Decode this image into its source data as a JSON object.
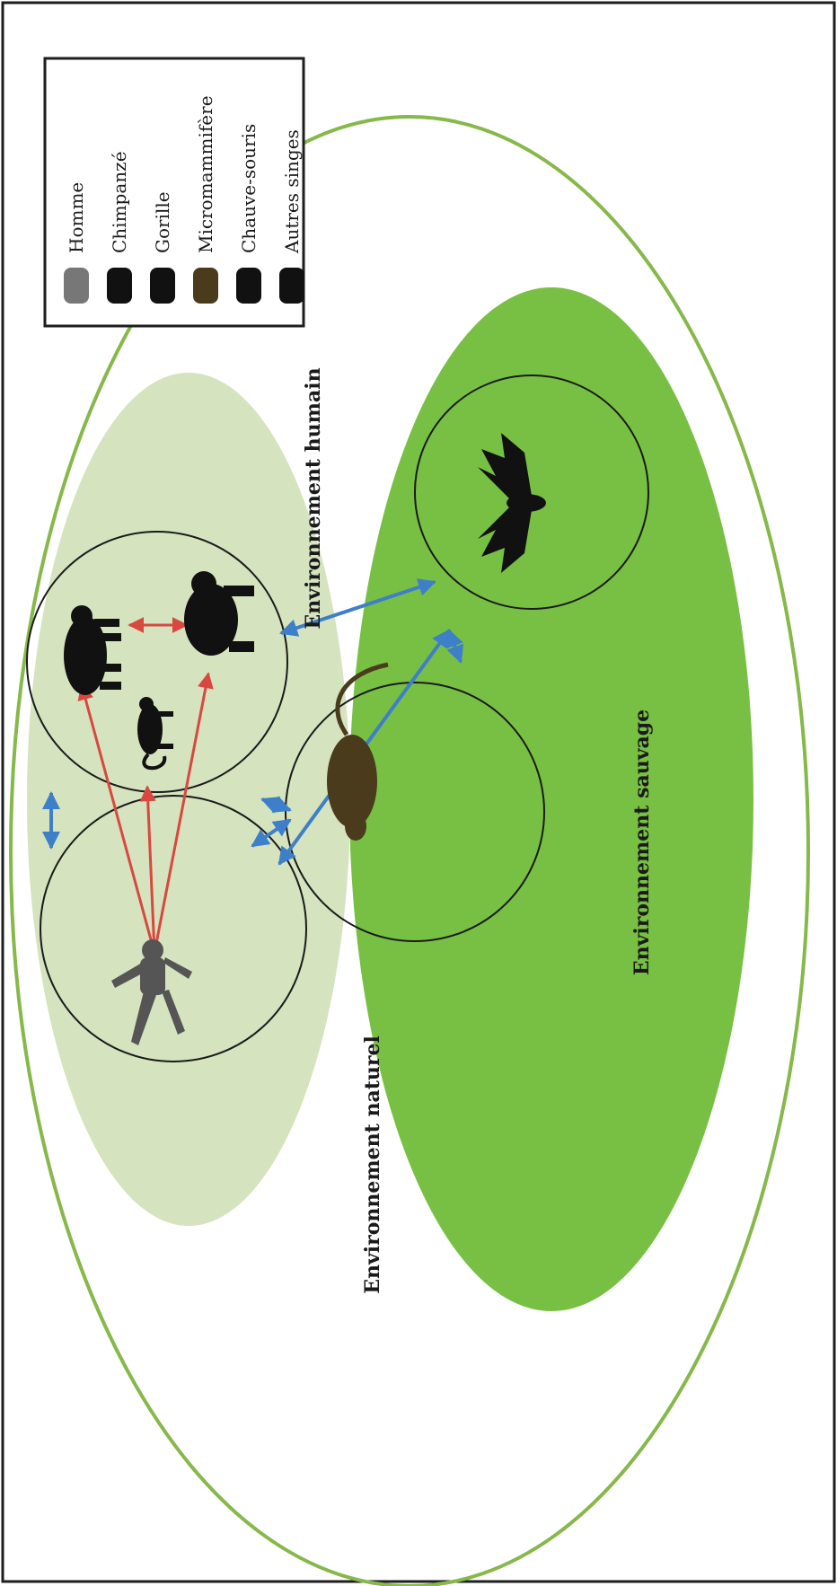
{
  "diagram": {
    "zones": {
      "natural": "Environnement naturel",
      "human": "Environnement humain",
      "wild": "Environnement sauvage"
    },
    "legend": {
      "items": [
        {
          "label": "Homme",
          "icon": "human-icon"
        },
        {
          "label": "Chimpanzé",
          "icon": "chimpanzee-icon"
        },
        {
          "label": "Gorille",
          "icon": "gorilla-icon"
        },
        {
          "label": "Micromammifère",
          "icon": "rodent-icon"
        },
        {
          "label": "Chauve-souris",
          "icon": "bat-icon"
        },
        {
          "label": "Autres singes",
          "icon": "monkey-icon"
        }
      ]
    },
    "colors": {
      "outer_ellipse": "#86b84a",
      "human_zone": "#d5e3bf",
      "wild_zone": "#78c043",
      "transmission_arrow": "#d8483f",
      "exchange_arrow": "#3d7fc8",
      "frame": "#1e1e1e"
    }
  }
}
